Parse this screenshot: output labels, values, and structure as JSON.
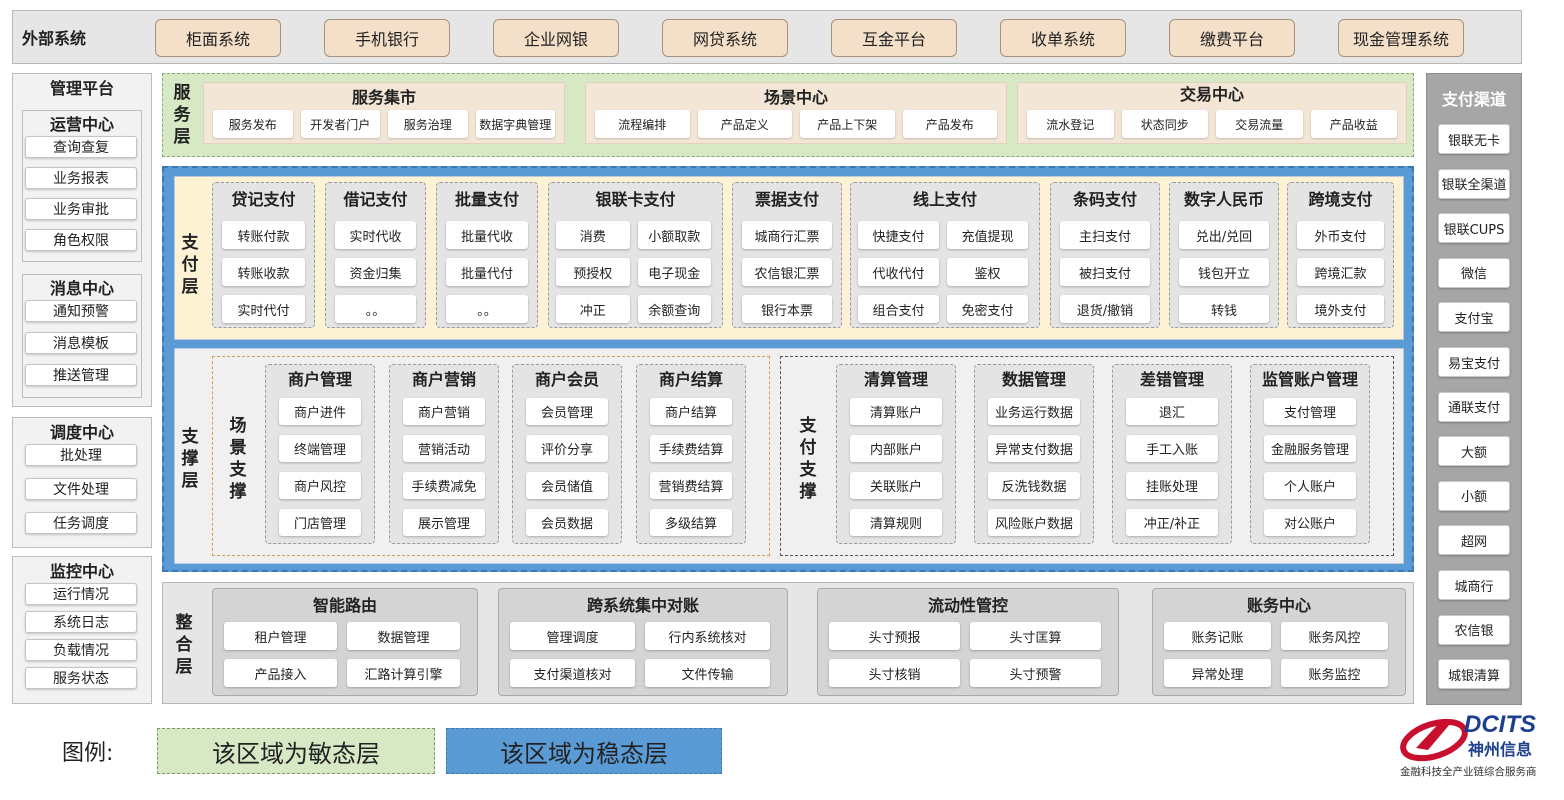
{
  "external": {
    "title": "外部系统",
    "systems": [
      "柜面系统",
      "手机银行",
      "企业网银",
      "网贷系统",
      "互金平台",
      "收单系统",
      "缴费平台",
      "现金管理系统"
    ]
  },
  "mgmt": {
    "title": "管理平台",
    "ops": {
      "title": "运营中心",
      "items": [
        "查询查复",
        "业务报表",
        "业务审批",
        "角色权限"
      ]
    },
    "msg": {
      "title": "消息中心",
      "items": [
        "通知预警",
        "消息模板",
        "推送管理"
      ]
    },
    "sched": {
      "title": "调度中心",
      "items": [
        "批处理",
        "文件处理",
        "任务调度"
      ]
    },
    "mon": {
      "title": "监控中心",
      "items": [
        "运行情况",
        "系统日志",
        "负载情况",
        "服务状态"
      ]
    }
  },
  "service_layer": {
    "label": "服务层",
    "groups": [
      {
        "title": "服务集市",
        "items": [
          "服务发布",
          "开发者门户",
          "服务治理",
          "数据字典管理"
        ]
      },
      {
        "title": "场景中心",
        "items": [
          "流程编排",
          "产品定义",
          "产品上下架",
          "产品发布"
        ]
      },
      {
        "title": "交易中心",
        "items": [
          "流水登记",
          "状态同步",
          "交易流量",
          "产品收益"
        ]
      }
    ]
  },
  "pay_layer": {
    "label": "支付层",
    "groups": [
      {
        "title": "贷记支付",
        "items": [
          "转账付款",
          "转账收款",
          "实时代付"
        ]
      },
      {
        "title": "借记支付",
        "items": [
          "实时代收",
          "资金归集",
          "。。"
        ]
      },
      {
        "title": "批量支付",
        "items": [
          "批量代收",
          "批量代付",
          "。。"
        ]
      },
      {
        "title": "银联卡支付",
        "items": [
          "消费",
          "小额取款",
          "预授权",
          "电子现金",
          "冲正",
          "余额查询"
        ]
      },
      {
        "title": "票据支付",
        "items": [
          "城商行汇票",
          "农信银汇票",
          "银行本票"
        ]
      },
      {
        "title": "线上支付",
        "items": [
          "快捷支付",
          "充值提现",
          "代收代付",
          "鉴权",
          "组合支付",
          "免密支付"
        ]
      },
      {
        "title": "条码支付",
        "items": [
          "主扫支付",
          "被扫支付",
          "退货/撤销"
        ]
      },
      {
        "title": "数字人民币",
        "items": [
          "兑出/兑回",
          "钱包开立",
          "转钱"
        ]
      },
      {
        "title": "跨境支付",
        "items": [
          "外币支付",
          "跨境汇款",
          "境外支付"
        ]
      }
    ]
  },
  "support_layer": {
    "label": "支撑层",
    "scene": {
      "label": "场景支撑",
      "groups": [
        {
          "title": "商户管理",
          "items": [
            "商户进件",
            "终端管理",
            "商户风控",
            "门店管理"
          ]
        },
        {
          "title": "商户营销",
          "items": [
            "商户营销",
            "营销活动",
            "手续费减免",
            "展示管理"
          ]
        },
        {
          "title": "商户会员",
          "items": [
            "会员管理",
            "评价分享",
            "会员储值",
            "会员数据"
          ]
        },
        {
          "title": "商户结算",
          "items": [
            "商户结算",
            "手续费结算",
            "营销费结算",
            "多级结算"
          ]
        }
      ]
    },
    "payment": {
      "label": "支付支撑",
      "groups": [
        {
          "title": "清算管理",
          "items": [
            "清算账户",
            "内部账户",
            "关联账户",
            "清算规则"
          ]
        },
        {
          "title": "数据管理",
          "items": [
            "业务运行数据",
            "异常支付数据",
            "反洗钱数据",
            "风险账户数据"
          ]
        },
        {
          "title": "差错管理",
          "items": [
            "退汇",
            "手工入账",
            "挂账处理",
            "冲正/补正"
          ]
        },
        {
          "title": "监管账户管理",
          "items": [
            "支付管理",
            "金融服务管理",
            "个人账户",
            "对公账户"
          ]
        }
      ]
    }
  },
  "integration_layer": {
    "label": "整合层",
    "groups": [
      {
        "title": "智能路由",
        "items": [
          "租户管理",
          "数据管理",
          "产品接入",
          "汇路计算引擎"
        ]
      },
      {
        "title": "跨系统集中对账",
        "items": [
          "管理调度",
          "行内系统核对",
          "支付渠道核对",
          "文件传输"
        ]
      },
      {
        "title": "流动性管控",
        "items": [
          "头寸预报",
          "头寸匡算",
          "头寸核销",
          "头寸预警"
        ]
      },
      {
        "title": "账务中心",
        "items": [
          "账务记账",
          "账务风控",
          "异常处理",
          "账务监控"
        ]
      }
    ]
  },
  "channels": {
    "title": "支付渠道",
    "items": [
      "银联无卡",
      "银联全渠道",
      "银联CUPS",
      "微信",
      "支付宝",
      "易宝支付",
      "通联支付",
      "大额",
      "小额",
      "超网",
      "城商行",
      "农信银",
      "城银清算"
    ]
  },
  "legend": {
    "label": "图例:",
    "agile": "该区域为敏态层",
    "stable": "该区域为稳态层"
  },
  "logo": {
    "brand": "DCITS",
    "name": "神州信息",
    "slogan": "金融科技全产业链综合服务商"
  },
  "colors": {
    "agile_bg": "#d7e8c5",
    "stable_bg": "#5b9bd5",
    "pay_bg": "#fdf3d4",
    "ext_btn": "#f4dfc8",
    "logo_red": "#c8102e",
    "logo_blue": "#1d3f8f"
  }
}
